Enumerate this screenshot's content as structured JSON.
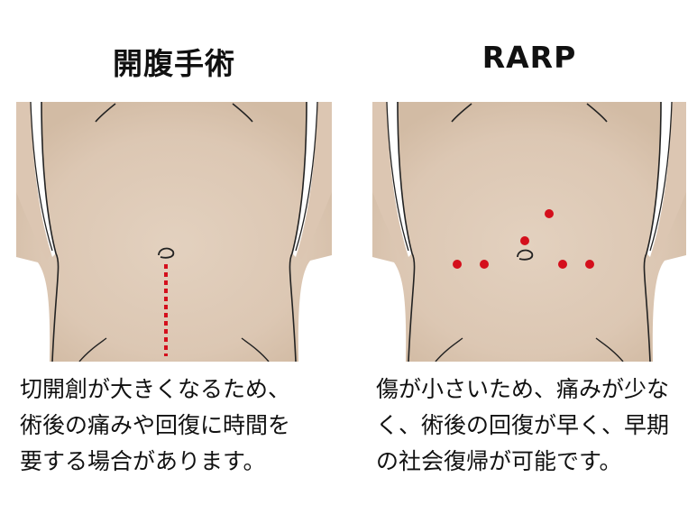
{
  "panels": [
    {
      "title": "開腹手術",
      "caption": "切開創が大きくなるため、\n術後の痛みや回復に時間を\n要する場合があります。",
      "incision": "vertical-dashed-line",
      "incision_color": "#d40f1c"
    },
    {
      "title": "RARP",
      "caption": "傷が小さいため、痛みが少な\nく、術後の回復が早く、早期\nの社会復帰が可能です。",
      "incision": "port-dots",
      "port_count": 6,
      "incision_color": "#d40f1c"
    }
  ],
  "colors": {
    "skin": "#e7d5c4",
    "skin_shade": "#d8c2ad",
    "outline": "#222222",
    "incision": "#d40f1c"
  }
}
